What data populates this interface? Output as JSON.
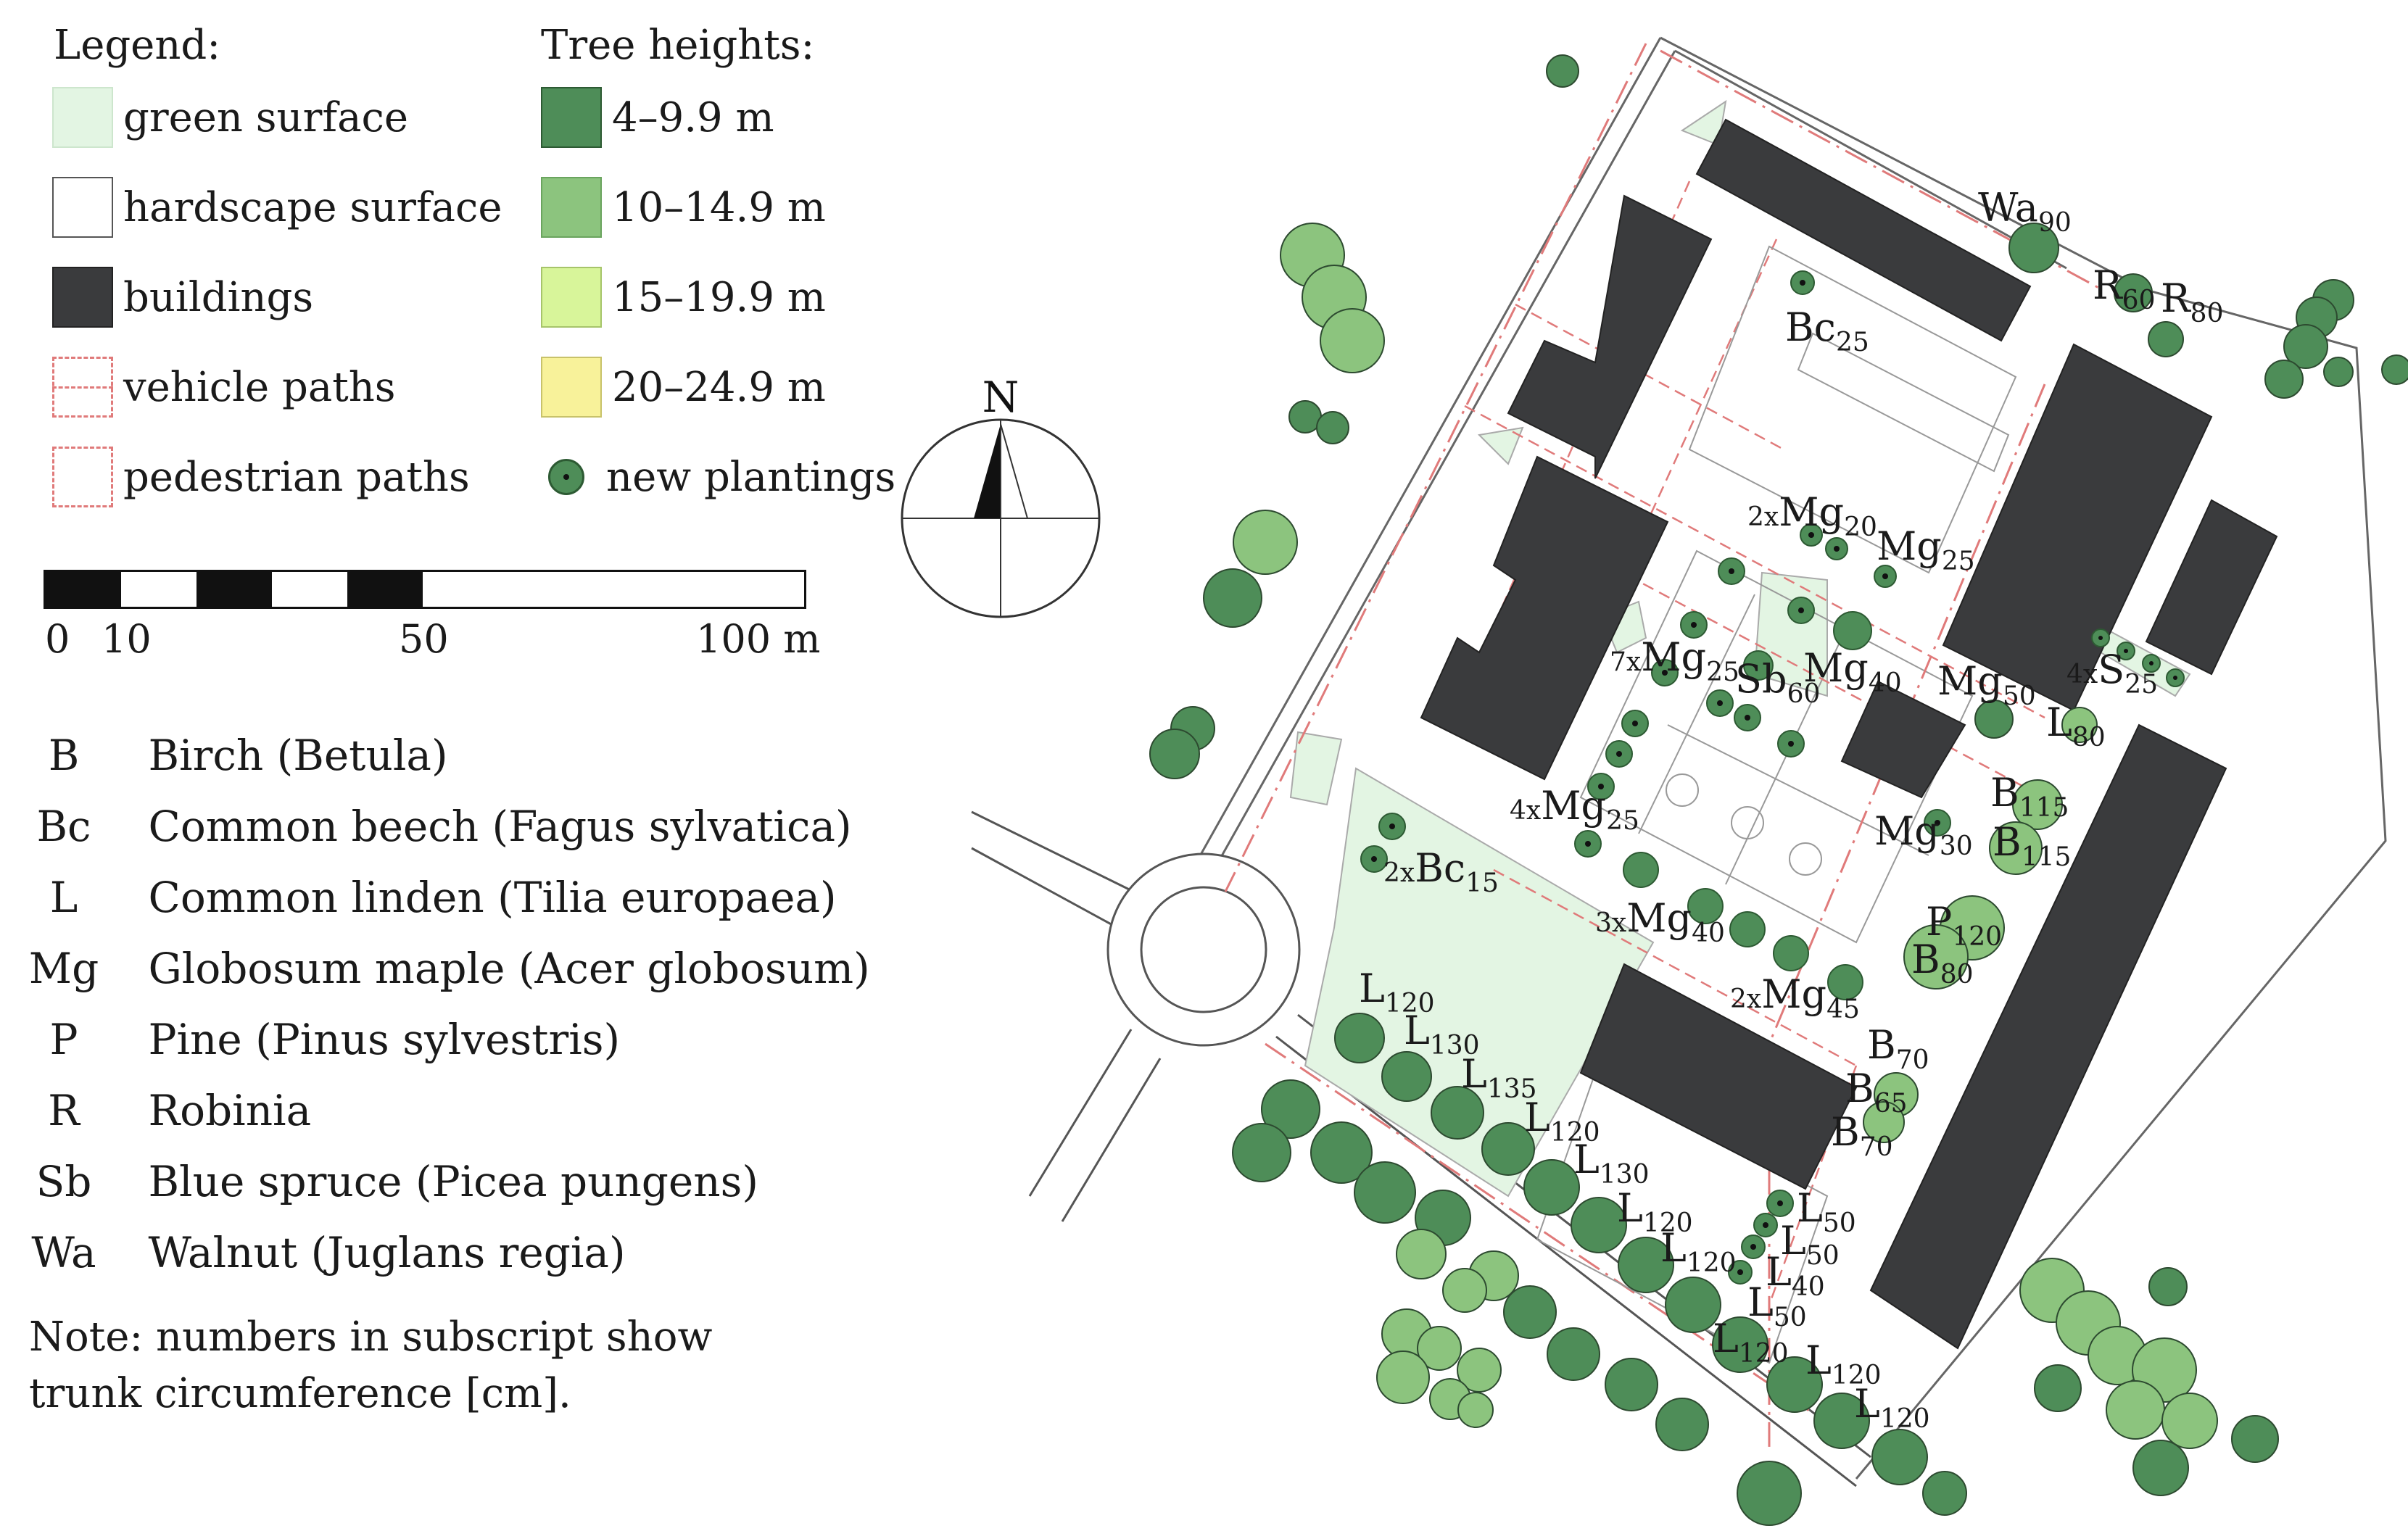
{
  "legend": {
    "title": "Legend:",
    "items": [
      {
        "label": "green surface",
        "color": "#e3f5e3"
      },
      {
        "label": "hardscape surface",
        "color": "#ffffff"
      },
      {
        "label": "buildings",
        "color": "#3a3b3d"
      },
      {
        "label": "vehicle paths",
        "color": "#e07a7a"
      },
      {
        "label": "pedestrian paths",
        "color": "#e07a7a"
      }
    ]
  },
  "heights": {
    "title": "Tree heights:",
    "items": [
      {
        "label": "4–9.9 m",
        "color": "#4e8d58"
      },
      {
        "label": "10–14.9 m",
        "color": "#8cc47e"
      },
      {
        "label": "15–19.9 m",
        "color": "#d8f59a"
      },
      {
        "label": "20–24.9 m",
        "color": "#f8f29a"
      }
    ],
    "new_plantings": "new plantings"
  },
  "scale": {
    "ticks": [
      "0",
      "10",
      "50",
      "100 m"
    ]
  },
  "compass": {
    "label": "N"
  },
  "species": [
    {
      "code": "B",
      "name": "Birch (Betula)"
    },
    {
      "code": "Bc",
      "name": "Common beech (Fagus sylvatica)"
    },
    {
      "code": "L",
      "name": "Common linden (Tilia europaea)"
    },
    {
      "code": "Mg",
      "name": "Globosum maple (Acer globosum)"
    },
    {
      "code": "P",
      "name": "Pine (Pinus sylvestris)"
    },
    {
      "code": "R",
      "name": "Robinia"
    },
    {
      "code": "Sb",
      "name": "Blue spruce (Picea pungens)"
    },
    {
      "code": "Wa",
      "name": "Walnut (Juglans regia)"
    }
  ],
  "note": [
    "Note: numbers in subscript show",
    "trunk circumference [cm]."
  ],
  "tree_labels": [
    {
      "pre": "",
      "code": "Wa",
      "sub": "90"
    },
    {
      "pre": "",
      "code": "R",
      "sub": "60"
    },
    {
      "pre": "",
      "code": "R",
      "sub": "80"
    },
    {
      "pre": "",
      "code": "Bc",
      "sub": "25"
    },
    {
      "pre": "2x",
      "code": "Mg",
      "sub": "20"
    },
    {
      "pre": "",
      "code": "Mg",
      "sub": "25"
    },
    {
      "pre": "7x",
      "code": "Mg",
      "sub": "25"
    },
    {
      "pre": "",
      "code": "Sb",
      "sub": "60"
    },
    {
      "pre": "",
      "code": "Mg",
      "sub": "40"
    },
    {
      "pre": "",
      "code": "Mg",
      "sub": "50"
    },
    {
      "pre": "4x",
      "code": "S",
      "sub": "25"
    },
    {
      "pre": "",
      "code": "L",
      "sub": "80"
    },
    {
      "pre": "4x",
      "code": "Mg",
      "sub": "25"
    },
    {
      "pre": "2x",
      "code": "Bc",
      "sub": "15"
    },
    {
      "pre": "",
      "code": "B",
      "sub": "115"
    },
    {
      "pre": "",
      "code": "Mg",
      "sub": "30"
    },
    {
      "pre": "",
      "code": "B",
      "sub": "115"
    },
    {
      "pre": "3x",
      "code": "Mg",
      "sub": "40"
    },
    {
      "pre": "",
      "code": "P",
      "sub": "120"
    },
    {
      "pre": "",
      "code": "B",
      "sub": "80"
    },
    {
      "pre": "2x",
      "code": "Mg",
      "sub": "45"
    },
    {
      "pre": "",
      "code": "L",
      "sub": "120"
    },
    {
      "pre": "",
      "code": "L",
      "sub": "130"
    },
    {
      "pre": "",
      "code": "L",
      "sub": "135"
    },
    {
      "pre": "",
      "code": "B",
      "sub": "70"
    },
    {
      "pre": "",
      "code": "B",
      "sub": "65"
    },
    {
      "pre": "",
      "code": "L",
      "sub": "120"
    },
    {
      "pre": "",
      "code": "B",
      "sub": "70"
    },
    {
      "pre": "",
      "code": "L",
      "sub": "130"
    },
    {
      "pre": "",
      "code": "L",
      "sub": "50"
    },
    {
      "pre": "",
      "code": "L",
      "sub": "120"
    },
    {
      "pre": "",
      "code": "L",
      "sub": "50"
    },
    {
      "pre": "",
      "code": "L",
      "sub": "120"
    },
    {
      "pre": "",
      "code": "L",
      "sub": "40"
    },
    {
      "pre": "",
      "code": "L",
      "sub": "50"
    },
    {
      "pre": "",
      "code": "L",
      "sub": "120"
    },
    {
      "pre": "",
      "code": "L",
      "sub": "120"
    },
    {
      "pre": "",
      "code": "L",
      "sub": "120"
    }
  ]
}
